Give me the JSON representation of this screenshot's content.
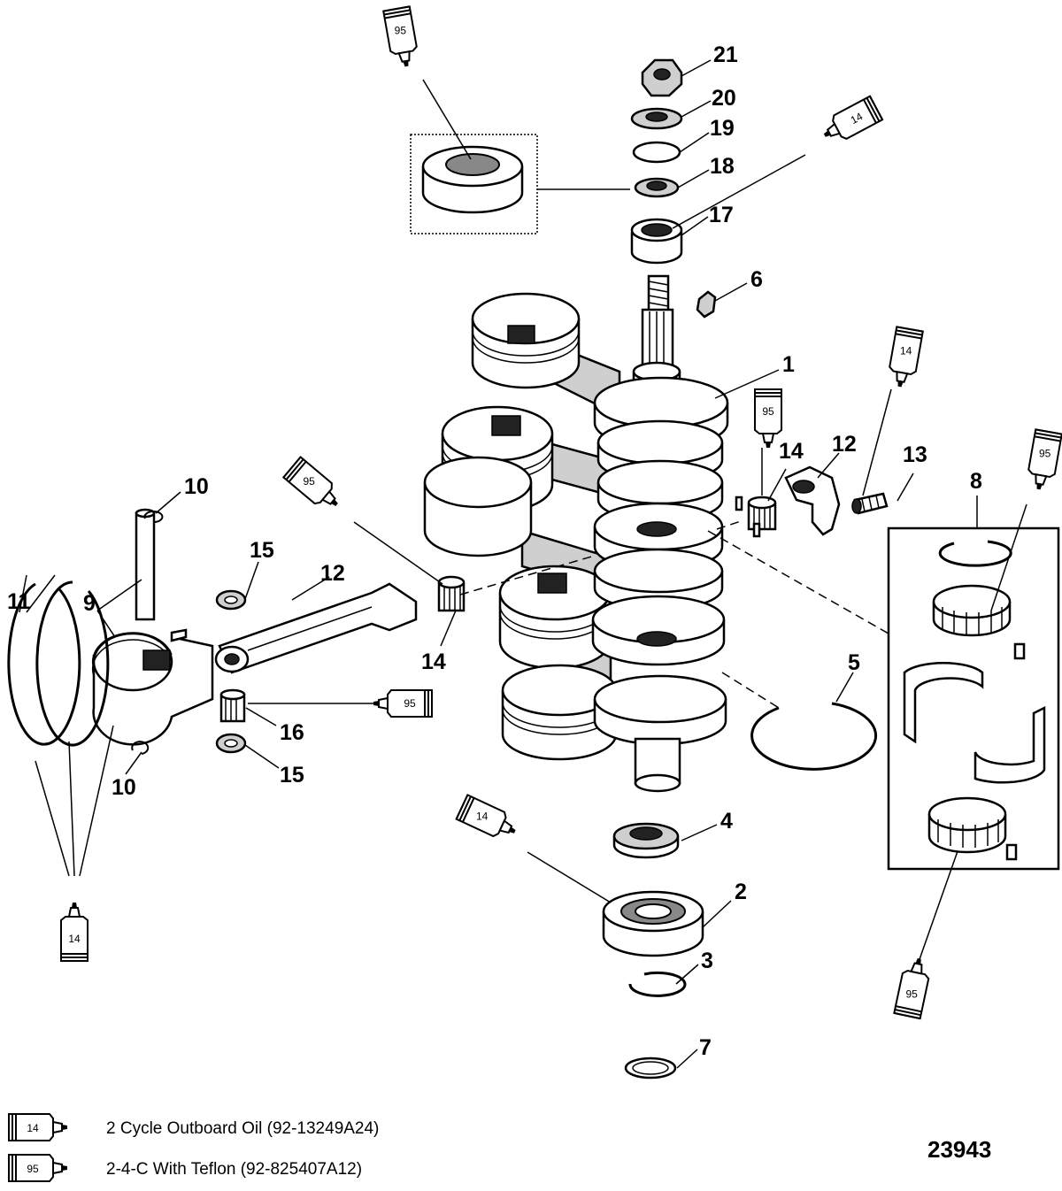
{
  "callouts": {
    "c1": "1",
    "c2": "2",
    "c3": "3",
    "c4": "4",
    "c5": "5",
    "c6": "6",
    "c7": "7",
    "c8": "8",
    "c9": "9",
    "c10a": "10",
    "c10b": "10",
    "c11": "11",
    "c12a": "12",
    "c12b": "12",
    "c13": "13",
    "c14a": "14",
    "c14b": "14",
    "c15a": "15",
    "c15b": "15",
    "c16": "16",
    "c17": "17",
    "c18": "18",
    "c19": "19",
    "c20": "20",
    "c21": "21"
  },
  "tubes": {
    "t1": "95",
    "t2": "14",
    "t3": "14",
    "t4": "95",
    "t5": "95",
    "t6": "95",
    "t7": "95",
    "t8": "14",
    "t9": "14",
    "t10": "95"
  },
  "legend": {
    "oil_tube": "14",
    "oil_text": "2 Cycle Outboard Oil (92-13249A24)",
    "grease_tube": "95",
    "grease_text": "2-4-C  With Teflon (92-825407A12)"
  },
  "figure_number": "23943"
}
